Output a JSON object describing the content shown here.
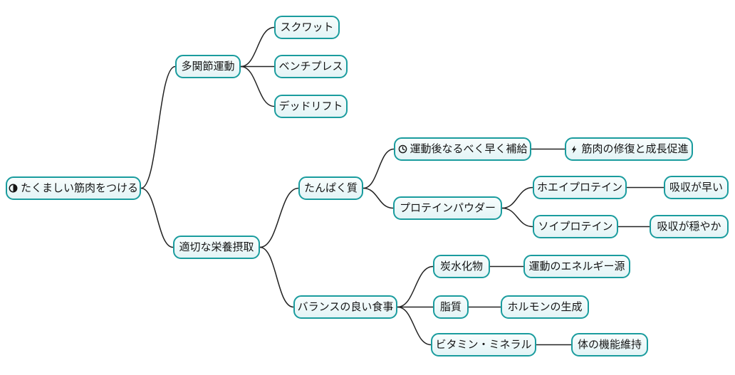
{
  "canvas": {
    "background": "#ffffff",
    "edge_color": "#222222",
    "node_border_color": "#1a9c9e",
    "node_fill_color": "#e9f6f8",
    "text_color": "#141414"
  },
  "mindmap": {
    "nodes": {
      "root": {
        "label": "たくましい筋肉をつける",
        "icon": "clock-icon"
      },
      "multi_joint_exercise": {
        "label": "多関節運動"
      },
      "squat": {
        "label": "スクワット"
      },
      "bench_press": {
        "label": "ベンチプレス"
      },
      "deadlift": {
        "label": "デッドリフト"
      },
      "nutrition": {
        "label": "適切な栄養摂取"
      },
      "protein": {
        "label": "たんぱく質"
      },
      "post_workout_timing": {
        "label": "運動後なるべく早く補給",
        "icon": "clock-face-icon"
      },
      "muscle_repair_growth": {
        "label": "筋肉の修復と成長促進",
        "icon": "bolt-icon"
      },
      "protein_powder": {
        "label": "プロテインパウダー"
      },
      "whey_protein": {
        "label": "ホエイプロテイン"
      },
      "fast_absorption": {
        "label": "吸収が早い"
      },
      "soy_protein": {
        "label": "ソイプロテイン"
      },
      "slow_absorption": {
        "label": "吸収が穏やか"
      },
      "balanced_diet": {
        "label": "バランスの良い食事"
      },
      "carbohydrates": {
        "label": "炭水化物"
      },
      "energy_source": {
        "label": "運動のエネルギー源"
      },
      "fat": {
        "label": "脂質"
      },
      "hormone_production": {
        "label": "ホルモンの生成"
      },
      "vitamins_minerals": {
        "label": "ビタミン・ミネラル"
      },
      "body_function": {
        "label": "体の機能維持"
      }
    },
    "hierarchy": {
      "root": [
        "multi_joint_exercise",
        "nutrition"
      ],
      "multi_joint_exercise": [
        "squat",
        "bench_press",
        "deadlift"
      ],
      "nutrition": [
        "protein",
        "balanced_diet"
      ],
      "protein": [
        "post_workout_timing",
        "protein_powder"
      ],
      "post_workout_timing": [
        "muscle_repair_growth"
      ],
      "protein_powder": [
        "whey_protein",
        "soy_protein"
      ],
      "whey_protein": [
        "fast_absorption"
      ],
      "soy_protein": [
        "slow_absorption"
      ],
      "balanced_diet": [
        "carbohydrates",
        "fat",
        "vitamins_minerals"
      ],
      "carbohydrates": [
        "energy_source"
      ],
      "fat": [
        "hormone_production"
      ],
      "vitamins_minerals": [
        "body_function"
      ]
    }
  }
}
